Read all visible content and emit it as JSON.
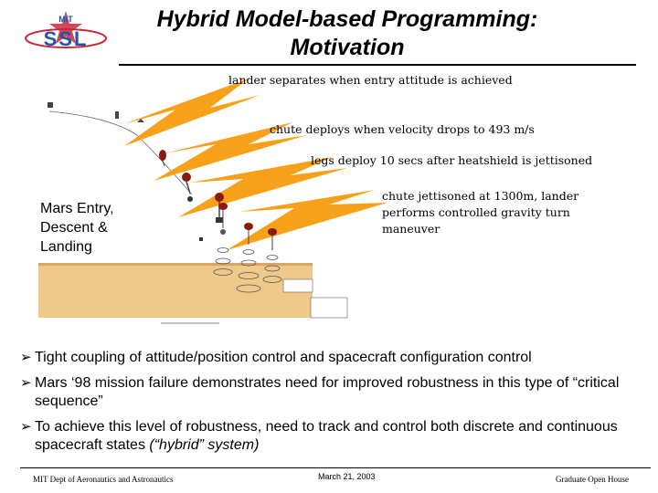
{
  "header": {
    "title_line1": "Hybrid Model-based Programming:",
    "title_line2": "Motivation",
    "logo_text_top": "MIT",
    "logo_text_main": "SSL"
  },
  "figure": {
    "callouts": [
      "lander separates when entry attitude is achieved",
      "chute deploys when velocity drops to 493 m/s",
      "legs deploy 10 secs after heatshield is jettisoned",
      "chute jettisoned at 1300m, lander performs controlled gravity turn maneuver"
    ],
    "side_label_lines": [
      "Mars Entry,",
      "Descent &",
      "Landing"
    ],
    "colors": {
      "bolt": "#f7a11a",
      "ground": "#efc98a",
      "capsule": "#8a1a10"
    }
  },
  "bullets": [
    {
      "text": "Tight coupling of attitude/position control and spacecraft configuration control",
      "italic": ""
    },
    {
      "text": "Mars ‘98 mission failure demonstrates need for improved robustness in this type of “critical sequence”",
      "italic": ""
    },
    {
      "text": "To achieve this level of robustness, need to track and control both discrete and continuous spacecraft states ",
      "italic": "(“hybrid” system)"
    }
  ],
  "footer": {
    "left": "MIT Dept of Aeronautics and Astronautics",
    "center": "March 21, 2003",
    "right": "Graduate Open House"
  }
}
